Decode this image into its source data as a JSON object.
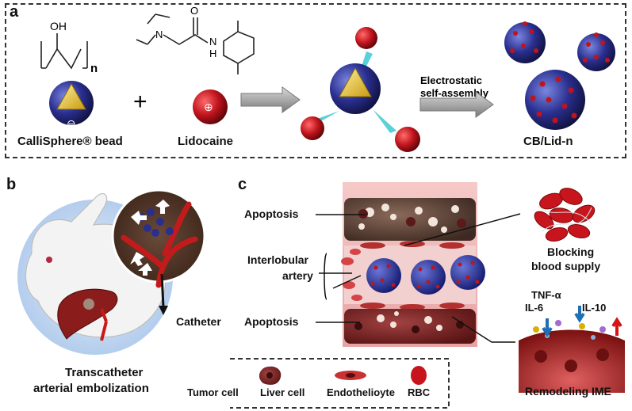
{
  "panel_a": {
    "letter": "a",
    "polymer_subscript": "n",
    "polymer_oh": "OH",
    "lidocaine_o": "O",
    "lidocaine_n": "N",
    "lidocaine_nh": "H",
    "lidocaine_n2": "N",
    "bead_label": "CalliSphere® bead",
    "bead_charge": "⊖",
    "plus_sign": "+",
    "lidocaine_label": "Lidocaine",
    "lidocaine_charge": "⊕",
    "assembly_label_line1": "Electrostatic",
    "assembly_label_line2": "self-assembly",
    "product_label": "CB/Lid-n"
  },
  "panel_b": {
    "letter": "b",
    "catheter_label": "Catheter",
    "caption_line1": "Transcatheter",
    "caption_line2": "arterial embolization"
  },
  "panel_c": {
    "letter": "c",
    "apoptosis_top": "Apoptosis",
    "interlobular_line1": "Interlobular",
    "interlobular_line2": "artery",
    "apoptosis_bottom": "Apoptosis",
    "blocking_line1": "Blocking",
    "blocking_line2": "blood supply",
    "tnf": "TNF-α",
    "il6": "IL-6",
    "il10": "IL-10",
    "remodeling": "Remodeling IME",
    "legend": [
      "Tumor cell",
      "Liver cell",
      "Endothelioyte",
      "RBC"
    ]
  },
  "colors": {
    "bead_blue": "#2a2f8f",
    "drug_red": "#c0141c",
    "tissue_red": "#9a2a2a",
    "arrow_blue": "#1f6fb5",
    "arrow_red": "#d41414"
  }
}
